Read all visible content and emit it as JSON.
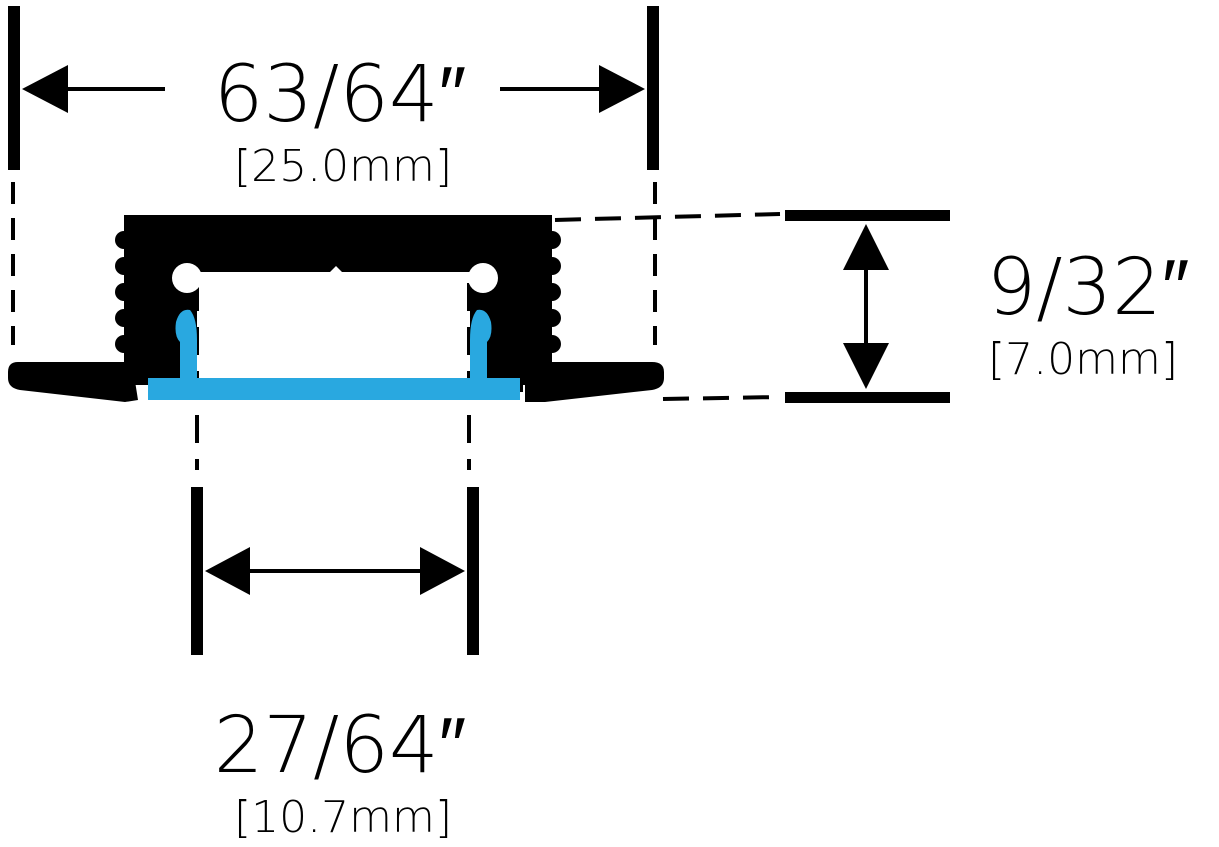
{
  "dimensions": {
    "width": {
      "imperial": "63/64″",
      "metric": "[25.0mm]"
    },
    "height": {
      "imperial": "9/32″",
      "metric": "[7.0mm]"
    },
    "opening": {
      "imperial": "27/64″",
      "metric": "[10.7mm]"
    }
  },
  "colors": {
    "profile": "#000000",
    "diffuser": "#29a8e0",
    "line": "#000000",
    "background": "#ffffff"
  }
}
